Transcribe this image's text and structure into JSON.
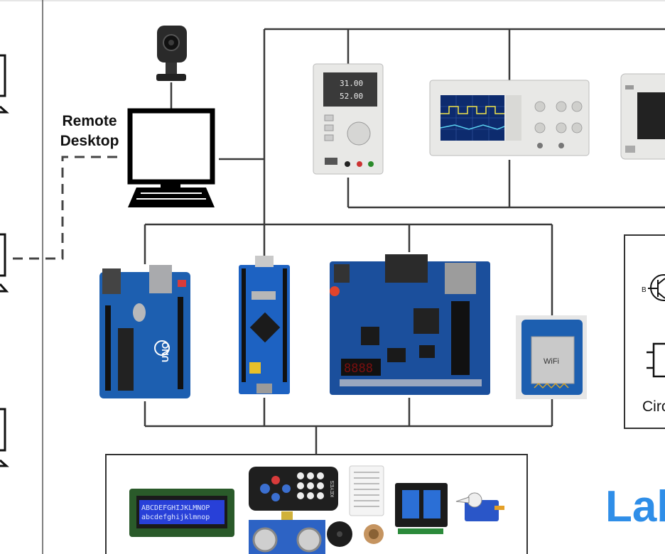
{
  "diagram": {
    "remote_desktop_label": "Remote\nDesktop",
    "circuit_label": "Circ",
    "lab_label": "Lab",
    "uno_board_text": "UNO",
    "lcd_line1": "ABCDEFGHIJKLMNOP",
    "lcd_line2": "abcdefghijklmnop",
    "power_supply_readout_1": "31.00",
    "power_supply_readout_2": "52.00",
    "fpga_display_text": "8888",
    "ir_remote_text": "KEYES",
    "esp_module_text": "WiFi",
    "transistor_pin_label": "B"
  },
  "colors": {
    "line": "#3a3a3a",
    "board_blue": "#1d5fb0",
    "accent_blue": "#2f8ee8"
  },
  "icons": [
    "webcam-icon",
    "monitor-icon",
    "computer-icon",
    "power-supply-icon",
    "oscilloscope-icon",
    "arduino-uno-icon",
    "stm32-board-icon",
    "fpga-board-icon",
    "esp8266-module-icon",
    "lcd-module-icon",
    "ir-remote-icon",
    "breadboard-icon",
    "relay-module-icon",
    "servo-motor-icon",
    "ultrasonic-sensor-icon",
    "buzzer-icon",
    "potentiometer-icon",
    "transistor-symbol-icon"
  ]
}
